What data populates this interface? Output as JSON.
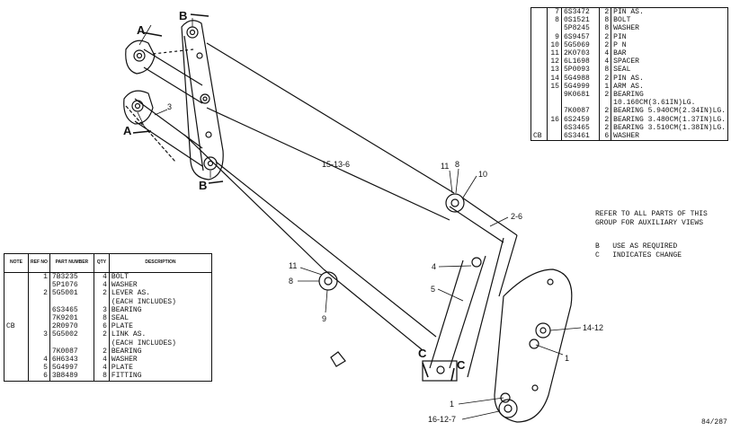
{
  "callouts": {
    "a_top": "A",
    "a_bottom": "A",
    "b_top": "B",
    "b_bottom": "B",
    "c_left": "C",
    "c_right": "C",
    "n3": "3",
    "n15_13_6": "15-13-6",
    "n11_top": "11",
    "n8_top": "8",
    "n10": "10",
    "n2_6": "2-6",
    "n4": "4",
    "n5": "5",
    "n11_mid": "11",
    "n8_mid": "8",
    "n9": "9",
    "n14_12": "14-12",
    "n1_right": "1",
    "n1_bottom": "1",
    "n16_12_7": "16-12-7"
  },
  "right_table": {
    "rows": [
      {
        "note": "",
        "ref": "7",
        "part": "6S3472",
        "qty": "2",
        "desc": "PIN AS."
      },
      {
        "note": "",
        "ref": "8",
        "part": "0S1521",
        "qty": "8",
        "desc": "BOLT"
      },
      {
        "note": "",
        "ref": "",
        "part": "5P8245",
        "qty": "8",
        "desc": "WASHER"
      },
      {
        "note": "",
        "ref": "9",
        "part": "6S9457",
        "qty": "2",
        "desc": "PIN"
      },
      {
        "note": "",
        "ref": "10",
        "part": "5G5069",
        "qty": "2",
        "desc": "P N"
      },
      {
        "note": "",
        "ref": "11",
        "part": "2K0703",
        "qty": "4",
        "desc": "BAR"
      },
      {
        "note": "",
        "ref": "12",
        "part": "6L1698",
        "qty": "4",
        "desc": "SPACER"
      },
      {
        "note": "",
        "ref": "13",
        "part": "5P0093",
        "qty": "8",
        "desc": "SEAL"
      },
      {
        "note": "",
        "ref": "14",
        "part": "5G4988",
        "qty": "2",
        "desc": "PIN AS."
      },
      {
        "note": "",
        "ref": "15",
        "part": "5G4999",
        "qty": "1",
        "desc": "ARM AS."
      },
      {
        "note": "",
        "ref": "",
        "part": "9K0681",
        "qty": "2",
        "desc": "BEARING"
      },
      {
        "note": "",
        "ref": "",
        "part": "",
        "qty": "",
        "desc": "10.160CM(3.61IN)LG."
      },
      {
        "note": "",
        "ref": "",
        "part": "7K0087",
        "qty": "2",
        "desc": "BEARING 5.940CM(2.34IN)LG."
      },
      {
        "note": "",
        "ref": "16",
        "part": "6S2459",
        "qty": "2",
        "desc": "BEARING 3.480CM(1.37IN)LG."
      },
      {
        "note": "",
        "ref": "",
        "part": "6S3465",
        "qty": "2",
        "desc": "BEARING 3.510CM(1.38IN)LG."
      },
      {
        "note": "CB",
        "ref": "",
        "part": "6S3461",
        "qty": "6",
        "desc": "WASHER"
      }
    ]
  },
  "notes": {
    "refer": "REFER TO ALL PARTS OF THIS\nGROUP FOR AUXILIARY VIEWS",
    "legend": "B   USE AS REQUIRED\nC   INDICATES CHANGE"
  },
  "left_table": {
    "headers": {
      "notes": "NOTE",
      "ref": "REF NO",
      "part": "PART NUMBER",
      "qty": "QTY",
      "desc": "DESCRIPTION"
    },
    "rows": [
      {
        "note": "",
        "ref": "1",
        "part": "7B3235",
        "qty": "4",
        "desc": "BOLT"
      },
      {
        "note": "",
        "ref": "",
        "part": "5P1076",
        "qty": "4",
        "desc": "WASHER"
      },
      {
        "note": "",
        "ref": "2",
        "part": "5G5001",
        "qty": "2",
        "desc": "LEVER AS."
      },
      {
        "note": "",
        "ref": "",
        "part": "",
        "qty": "",
        "desc": "(EACH INCLUDES)"
      },
      {
        "note": "",
        "ref": "",
        "part": "6S3465",
        "qty": "3",
        "desc": "BEARING"
      },
      {
        "note": "",
        "ref": "",
        "part": "7K9201",
        "qty": "8",
        "desc": "SEAL"
      },
      {
        "note": "CB",
        "ref": "",
        "part": "2R0970",
        "qty": "6",
        "desc": "PLATE"
      },
      {
        "note": "",
        "ref": "3",
        "part": "5G5002",
        "qty": "2",
        "desc": "LINK AS."
      },
      {
        "note": "",
        "ref": "",
        "part": "",
        "qty": "",
        "desc": "(EACH INCLUDES)"
      },
      {
        "note": "",
        "ref": "",
        "part": "7K0087",
        "qty": "2",
        "desc": "BEARING"
      },
      {
        "note": "",
        "ref": "4",
        "part": "6H6343",
        "qty": "4",
        "desc": "WASHER"
      },
      {
        "note": "",
        "ref": "5",
        "part": "5G4997",
        "qty": "4",
        "desc": "PLATE"
      },
      {
        "note": "",
        "ref": "6",
        "part": "3B8489",
        "qty": "8",
        "desc": "FITTING"
      }
    ]
  },
  "figure_number": "84/287"
}
